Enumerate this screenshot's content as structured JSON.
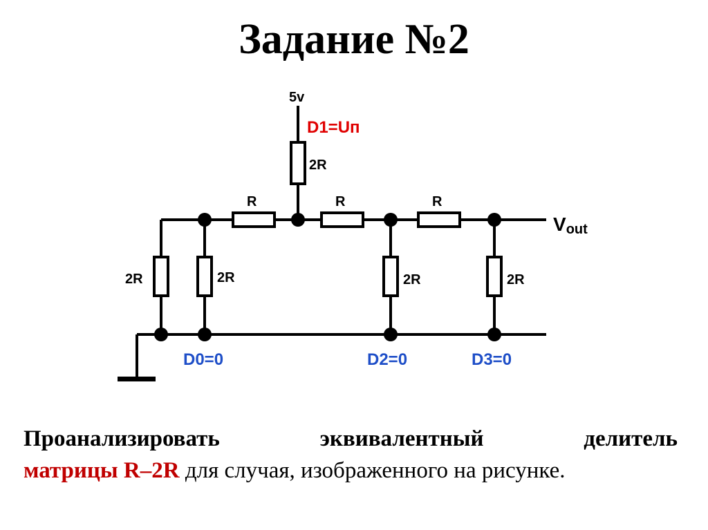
{
  "slide": {
    "title": "Задание №2"
  },
  "diagram": {
    "supply_label": "5v",
    "d1_label": "D1=Uп",
    "d0_label": "D0=0",
    "d2_label": "D2=0",
    "d3_label": "D3=0",
    "vout_main": "V",
    "vout_sub": "out",
    "r_label": "R",
    "r2_label": "2R",
    "colors": {
      "active_input": "#e00000",
      "inactive_input": "#1f4fc8",
      "wire": "#000000"
    }
  },
  "description": {
    "line1_words": [
      "Проанализировать",
      "эквивалентный",
      "делитель"
    ],
    "line2_accent": "матрицы R–2R",
    "line2_rest": " для случая, изображенного на рисунке."
  }
}
